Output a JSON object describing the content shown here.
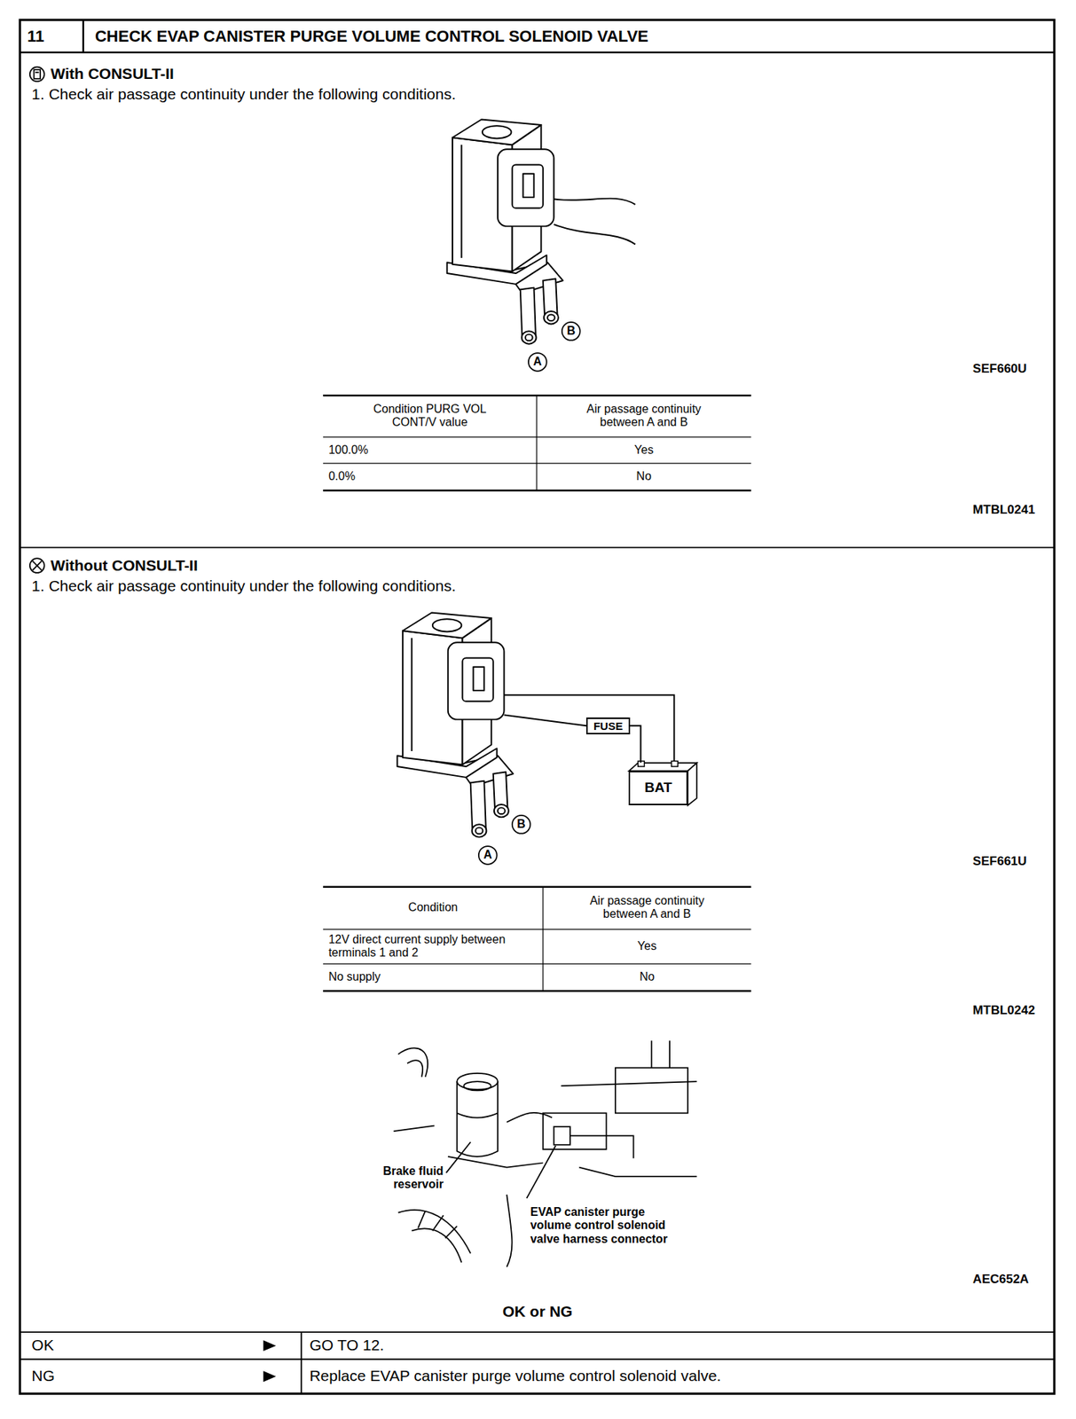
{
  "diagram": {
    "title": "CHECK EVAP CANISTER PURGE VOLUME CONTROL SOLENOID VALVE",
    "nodes": [
      {
        "text": [
          "FUSE"
        ]
      },
      {
        "text": [
          "BAT"
        ]
      }
    ],
    "edges": [
      {
        "from": 0,
        "to": 1,
        "arrow": "none"
      }
    ],
    "labels": [
      "11",
      "With CONSULT-II",
      "1. Check air passage continuity under the following conditions.",
      "B",
      "A",
      "SEF660U",
      "Condition PURG VOL CONT/V value",
      "Air passage continuity between A and B",
      "100.0%",
      "Yes",
      "0.0%",
      "No",
      "MTBL0241",
      "Without CONSULT-II",
      "1. Check air passage continuity under the following conditions.",
      "B",
      "A",
      "SEF661U",
      "Condition",
      "Air passage continuity between A and B",
      "12V direct current supply between terminals 1 and 2",
      "Yes",
      "No supply",
      "No",
      "MTBL0242",
      "Brake fluid reservoir",
      "EVAP canister purge volume control solenoid valve harness connector",
      "AEC652A",
      "OK or NG",
      "OK",
      "GO TO 12.",
      "NG",
      "Replace EVAP canister purge volume control solenoid valve."
    ]
  }
}
